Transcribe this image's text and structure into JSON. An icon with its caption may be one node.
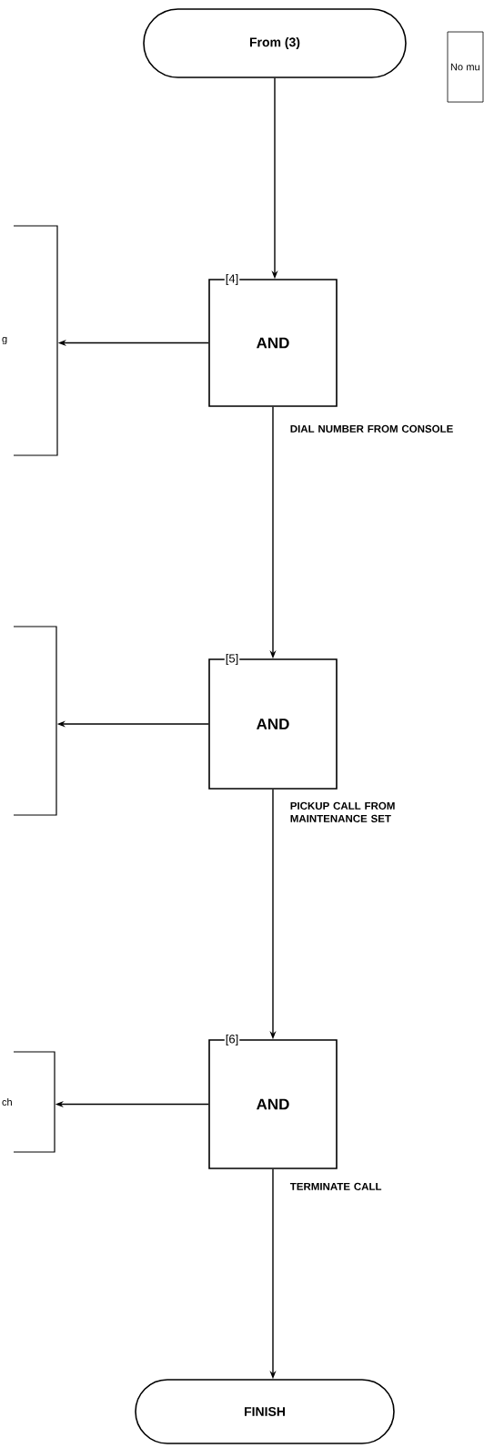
{
  "diagram": {
    "nodes": [
      {
        "text": [
          "From (3)"
        ]
      },
      {
        "text": [
          "No mu"
        ]
      },
      {
        "text": [
          "g"
        ]
      },
      {
        "text": [
          "[4]",
          "AND"
        ],
        "beside": [
          "DIAL NUMBER FROM CONSOLE"
        ]
      },
      {
        "text": [],
        "shape": "bracket"
      },
      {
        "text": [
          "[5]",
          "AND"
        ],
        "beside": [
          "PICKUP CALL FROM MAINTENANCE SET"
        ]
      },
      {
        "text": [
          "ch"
        ]
      },
      {
        "text": [
          "[6]",
          "AND"
        ],
        "beside": [
          "TERMINATE CALL"
        ]
      },
      {
        "text": [
          "FINISH"
        ]
      }
    ],
    "edges": [
      {
        "from": 0,
        "to": 3,
        "arrow": "to"
      },
      {
        "from": 3,
        "to": 2,
        "arrow": "to"
      },
      {
        "from": 3,
        "to": 5,
        "arrow": "to"
      },
      {
        "from": 5,
        "to": 4,
        "arrow": "to"
      },
      {
        "from": 5,
        "to": 7,
        "arrow": "to"
      },
      {
        "from": 7,
        "to": 6,
        "arrow": "to"
      },
      {
        "from": 7,
        "to": 8,
        "arrow": "to"
      }
    ]
  }
}
